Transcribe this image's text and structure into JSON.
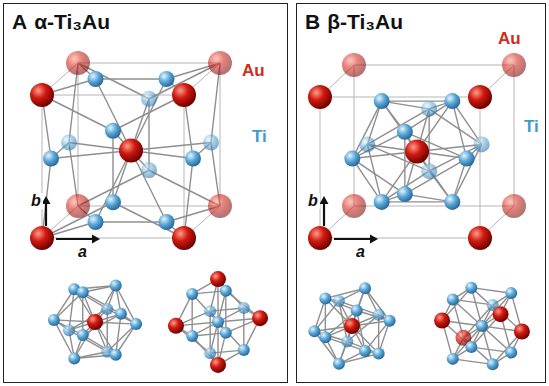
{
  "diagram": {
    "nodes": [
      {
        "text": [
          "A",
          "α-Ti₃Au"
        ]
      },
      {
        "text": [
          "B",
          "β-Ti₃Au"
        ]
      }
    ],
    "labels": [
      "Au",
      "Ti",
      "b",
      "a",
      "Au",
      "Ti",
      "b",
      "a"
    ]
  }
}
